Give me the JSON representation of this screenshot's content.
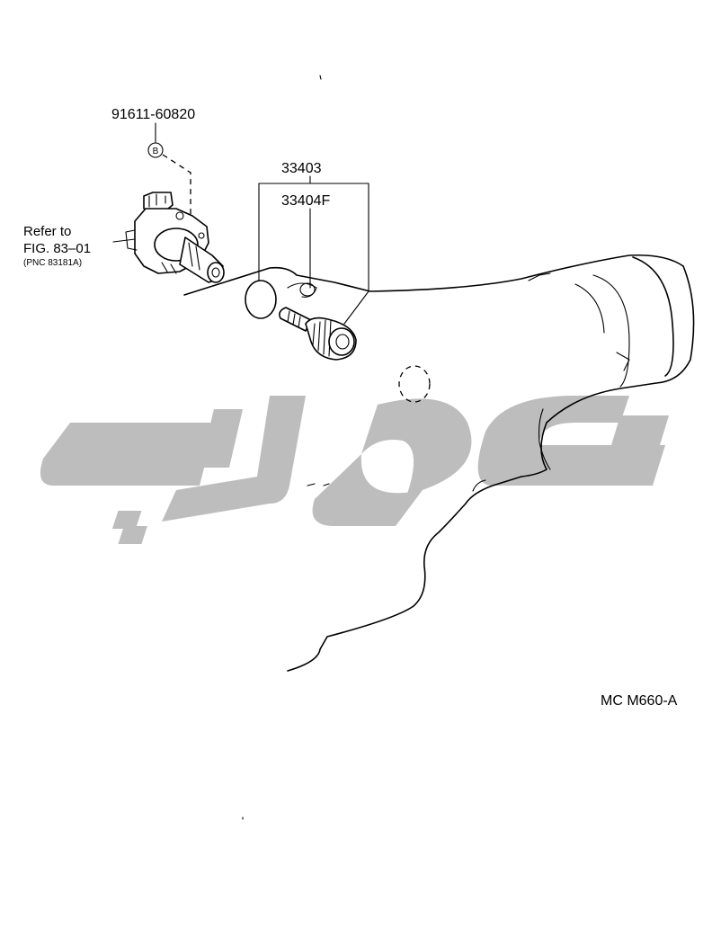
{
  "parts": {
    "bolt_part_number": "91611-60820",
    "bolt_callout_letter": "B",
    "valve_part_number": "33403",
    "knob_part_number": "33404F"
  },
  "reference": {
    "line1": "Refer to",
    "line2": "FIG. 83–01",
    "line3": "(PNC 83181A)"
  },
  "illustration_code": "MC M660-A",
  "watermark": {
    "text": "علوپارت",
    "color": "#bdbdbd"
  }
}
